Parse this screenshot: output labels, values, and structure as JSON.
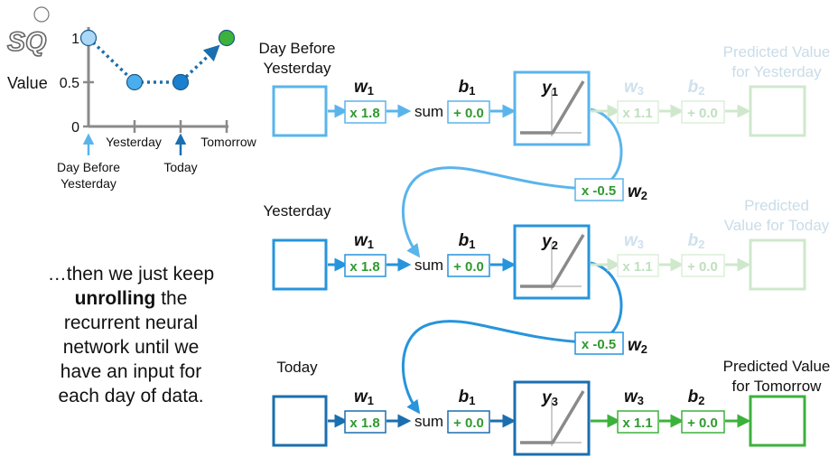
{
  "logo": {
    "text": "SQ"
  },
  "chart_data": {
    "type": "line",
    "ylabel": "Value",
    "ytick_labels": [
      "0",
      "0.5",
      "1"
    ],
    "xtick_labels": [
      "Yesterday",
      "Tomorrow"
    ],
    "x_arrow_labels": {
      "day_before_yesterday": [
        "Day Before",
        "Yesterday"
      ],
      "today": "Today"
    },
    "x": [
      "Day Before Yesterday",
      "Yesterday",
      "Today",
      "Tomorrow"
    ],
    "series": [
      {
        "values": [
          1,
          0.5,
          0.5,
          1
        ],
        "point_colors": [
          "#a9d8f8",
          "#4aaeee",
          "#1a7fcf",
          "#3cb23c"
        ]
      }
    ],
    "ylim": [
      0,
      1
    ]
  },
  "caption": {
    "line1": "…then we just keep",
    "bold": "unrolling",
    "line2_rest": " the",
    "line3": "recurrent neural",
    "line4": "network until we",
    "line5": "have an input for",
    "line6": "each day of data."
  },
  "rows": [
    {
      "input_label": [
        "Day Before",
        "Yesterday"
      ],
      "w1": "w",
      "w1_sub": "1",
      "w1_value": "x 1.8",
      "sum": "sum",
      "b1": "b",
      "b1_sub": "1",
      "b1_value": "+ 0.0",
      "y": "y",
      "y_sub": "1",
      "w3": "w",
      "w3_sub": "3",
      "w3_value": "x 1.1",
      "b2": "b",
      "b2_sub": "2",
      "b2_value": "+ 0.0",
      "output_label": [
        "Predicted Value",
        "for Yesterday"
      ],
      "color": "#5ab4ec",
      "faded": true
    },
    {
      "input_label": [
        "Yesterday"
      ],
      "w1": "w",
      "w1_sub": "1",
      "w1_value": "x 1.8",
      "sum": "sum",
      "b1": "b",
      "b1_sub": "1",
      "b1_value": "+ 0.0",
      "y": "y",
      "y_sub": "2",
      "w3": "w",
      "w3_sub": "3",
      "w3_value": "x 1.1",
      "b2": "b",
      "b2_sub": "2",
      "b2_value": "+ 0.0",
      "output_label": [
        "Predicted",
        "Value for Today"
      ],
      "color": "#2794dc",
      "faded": true
    },
    {
      "input_label": [
        "Today"
      ],
      "w1": "w",
      "w1_sub": "1",
      "w1_value": "x 1.8",
      "sum": "sum",
      "b1": "b",
      "b1_sub": "1",
      "b1_value": "+ 0.0",
      "y": "y",
      "y_sub": "3",
      "w3": "w",
      "w3_sub": "3",
      "w3_value": "x 1.1",
      "b2": "b",
      "b2_sub": "2",
      "b2_value": "+ 0.0",
      "output_label": [
        "Predicted Value",
        "for Tomorrow"
      ],
      "color": "#1a6faf",
      "faded": false
    }
  ],
  "loops": [
    {
      "w2": "w",
      "w2_sub": "2",
      "w2_value": "x -0.5"
    },
    {
      "w2": "w",
      "w2_sub": "2",
      "w2_value": "x -0.5"
    }
  ],
  "colors": {
    "green": "#3cb23c",
    "faded_green": "#cfe8cc",
    "value_green": "#2e9a2e",
    "gray": "#8a8a8a",
    "dark": "#111111"
  }
}
